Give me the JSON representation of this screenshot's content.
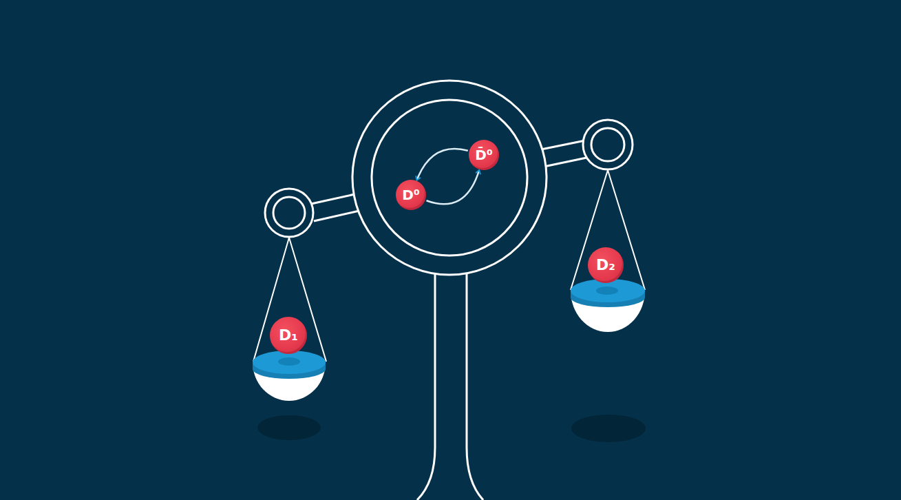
{
  "diagram": {
    "nodes": [
      {
        "text": [
          "D⁰"
        ]
      },
      {
        "text": [
          "D̄⁰"
        ]
      },
      {
        "text": [
          "D₁"
        ]
      },
      {
        "text": [
          "D₂"
        ]
      }
    ],
    "edges": [
      {
        "from": 1,
        "to": 0,
        "arrow": "to"
      },
      {
        "from": 0,
        "to": 1,
        "arrow": "to"
      }
    ]
  }
}
